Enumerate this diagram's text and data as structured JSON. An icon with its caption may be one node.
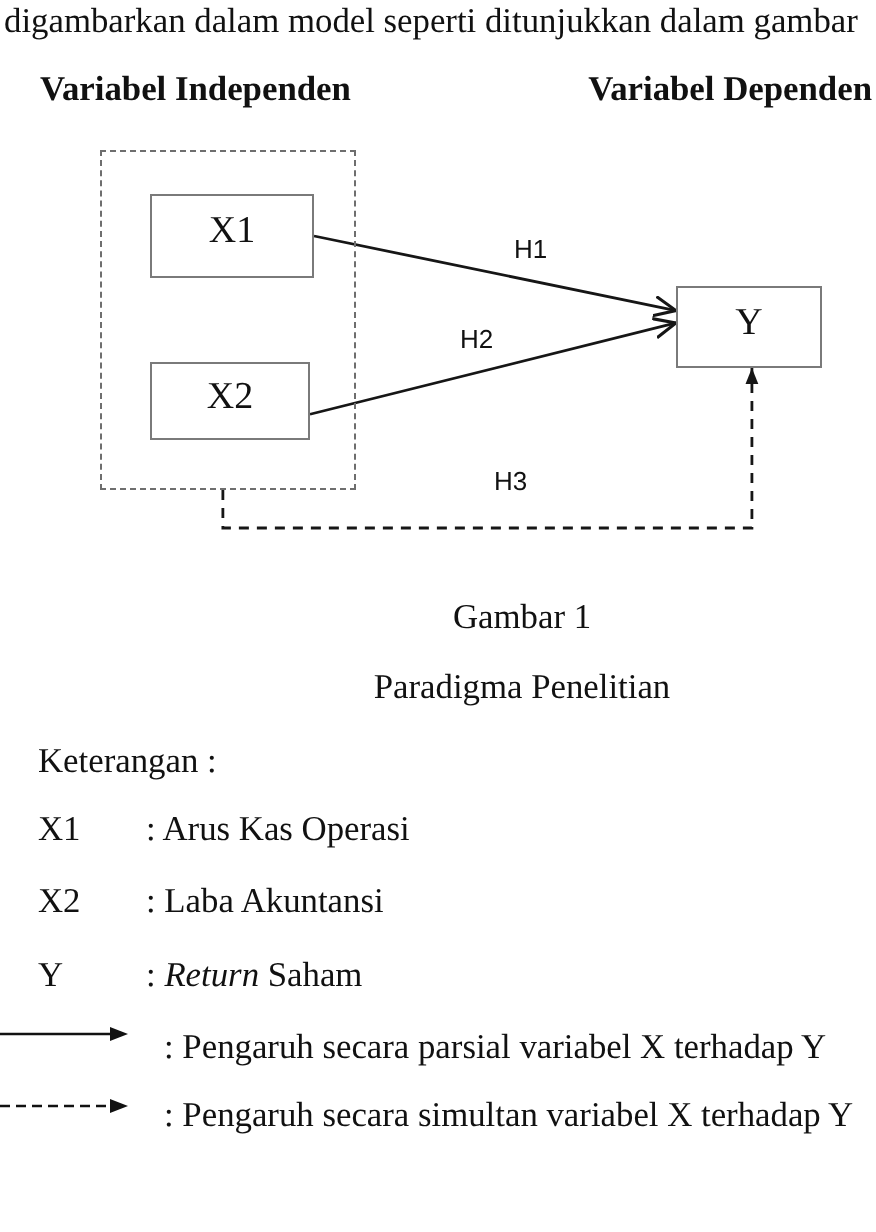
{
  "diagram": {
    "nodes": [
      {
        "text": [],
        "shape": "box"
      },
      {
        "text": [
          "X1"
        ],
        "in": 0
      },
      {
        "text": [
          "X2"
        ],
        "in": 0
      },
      {
        "text": [
          "Y"
        ]
      }
    ],
    "edges": [
      {
        "from": 1,
        "to": 3,
        "arrow": "to",
        "label": "H1"
      },
      {
        "from": 2,
        "to": 3,
        "arrow": "to",
        "label": "H2"
      },
      {
        "from": 0,
        "to": 3,
        "arrow": "to",
        "label": "H3",
        "style": "dashed"
      }
    ],
    "labels": [
      "digambarkan dalam model seperti ditunjukkan dalam gambar",
      "Variabel Independen",
      "Variabel Dependen",
      "Gambar 1",
      "Paradigma Penelitian",
      "Keterangan :",
      "X1",
      ": Arus Kas Operasi",
      "X2",
      ": Laba Akuntansi",
      "Y",
      ": *Return* Saham"
    ],
    "legend": [
      {
        "text": ": Pengaruh secara parsial variabel X terhadap Y"
      },
      {
        "text": ": Pengaruh secara simultan variabel X terhadap Y"
      }
    ]
  }
}
